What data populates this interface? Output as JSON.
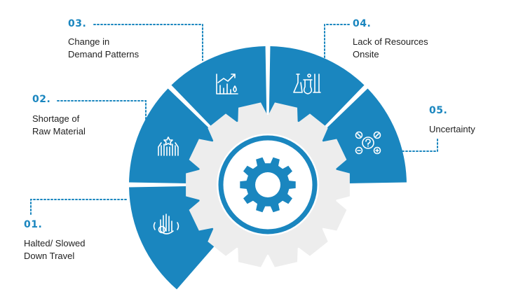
{
  "colors": {
    "accent": "#1a86bf",
    "gear": "#ededed",
    "text": "#222222"
  },
  "items": [
    {
      "number": "01.",
      "lines": [
        "Halted/ Slowed",
        "Down Travel"
      ],
      "icon": "hand-virus-icon"
    },
    {
      "number": "02.",
      "lines": [
        "Shortage of",
        "Raw Material"
      ],
      "icon": "raised-hands-icon"
    },
    {
      "number": "03.",
      "lines": [
        "Change in",
        "Demand Patterns"
      ],
      "icon": "chart-growth-icon"
    },
    {
      "number": "04.",
      "lines": [
        "Lack of Resources",
        "Onsite"
      ],
      "icon": "lab-flasks-icon"
    },
    {
      "number": "05.",
      "lines": [
        "Uncertainty"
      ],
      "icon": "question-arrows-icon"
    }
  ],
  "center_icon": "gear-icon"
}
